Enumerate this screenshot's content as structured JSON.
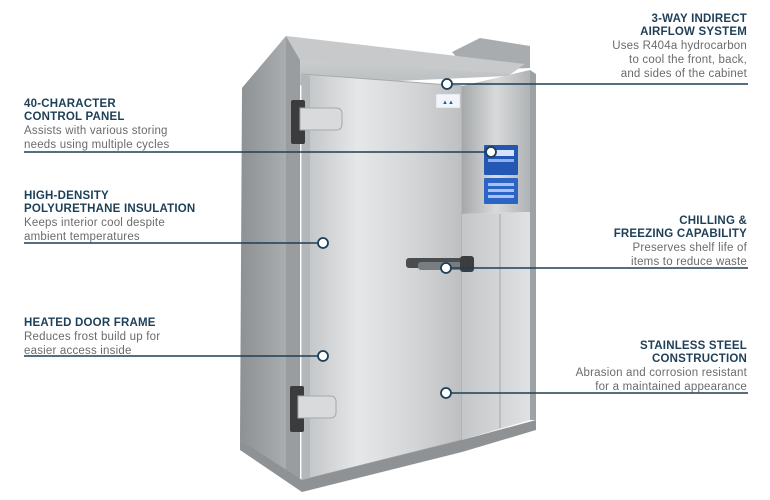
{
  "features": {
    "airflow": {
      "title_line1": "3-WAY INDIRECT",
      "title_line2": "AIRFLOW SYSTEM",
      "desc_line1": "Uses R404a hydrocarbon",
      "desc_line2": "to cool the front, back,",
      "desc_line3": "and sides of the cabinet"
    },
    "control_panel": {
      "title_line1": "40-CHARACTER",
      "title_line2": "CONTROL PANEL",
      "desc_line1": "Assists with various storing",
      "desc_line2": "needs using multiple cycles"
    },
    "insulation": {
      "title_line1": "HIGH-DENSITY",
      "title_line2": "POLYURETHANE INSULATION",
      "desc_line1": "Keeps interior cool despite",
      "desc_line2": "ambient temperatures"
    },
    "chilling": {
      "title_line1": "CHILLING &",
      "title_line2": "FREEZING CAPABILITY",
      "desc_line1": "Preserves shelf life of",
      "desc_line2": "items to reduce waste"
    },
    "door_frame": {
      "title_line1": "HEATED DOOR FRAME",
      "desc_line1": "Reduces frost build up for",
      "desc_line2": "easier access inside"
    },
    "stainless": {
      "title_line1": "STAINLESS STEEL",
      "title_line2": "CONSTRUCTION",
      "desc_line1": "Abrasion and corrosion resistant",
      "desc_line2": "for a maintained appearance"
    }
  },
  "colors": {
    "title": "#1d3f57",
    "description": "#6b6b6b",
    "leader_line": "#1d3f57",
    "panel_blue": "#2456b3",
    "steel": "#cfd1d3"
  }
}
